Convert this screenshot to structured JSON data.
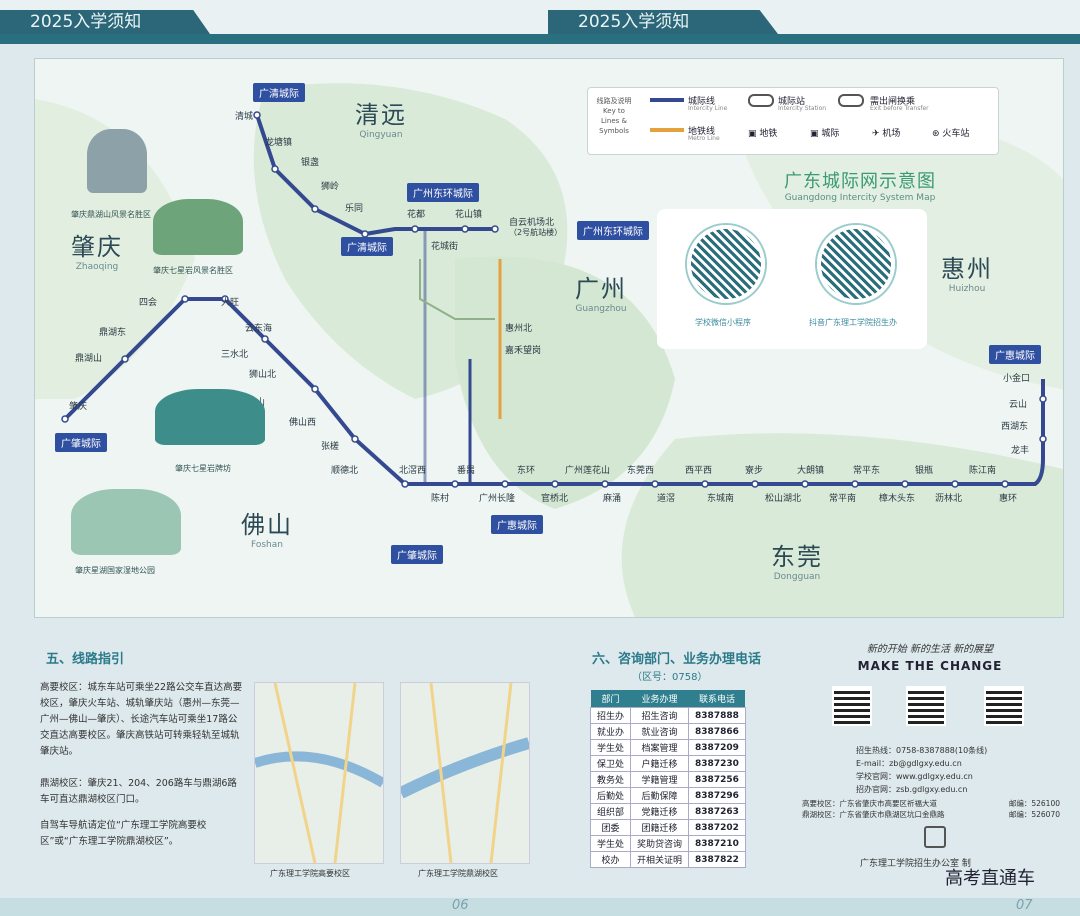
{
  "header": {
    "left_tab": "2025入学须知",
    "right_tab": "2025入学须知"
  },
  "map": {
    "title": "广东城际网示意图",
    "subtitle": "Guangdong Intercity System Map",
    "legend": {
      "key_cn": "线路及说明",
      "key_en": "Key to Lines & Symbols",
      "intercity_line": "城际线",
      "intercity_line_en": "Intercity Line",
      "intercity_station": "城际站",
      "intercity_station_en": "Intercity Station",
      "transfer": "需出闸换乘",
      "transfer_en": "Exit before Transfer",
      "metro_line": "地铁线",
      "metro_line_en": "Metro Line",
      "metro": "地铁",
      "intercity": "城际",
      "airport": "机场",
      "railway": "火车站",
      "colors": {
        "intercity": "#34498f",
        "metro": "#e4a23c"
      }
    },
    "regions": [
      {
        "cn": "清远",
        "py": "Qingyuan"
      },
      {
        "cn": "肇庆",
        "py": "Zhaoqing"
      },
      {
        "cn": "广州",
        "py": "Guangzhou"
      },
      {
        "cn": "惠州",
        "py": "Huizhou"
      },
      {
        "cn": "佛山",
        "py": "Foshan"
      },
      {
        "cn": "东莞",
        "py": "Dongguan"
      }
    ],
    "badges": [
      "广清城际",
      "广州东环城际",
      "广清城际",
      "广州东环城际",
      "广肇城际",
      "广惠城际",
      "广肇城际",
      "广惠城际"
    ],
    "stations": [
      "清城",
      "龙塘镇",
      "银盏",
      "狮岭",
      "乐同",
      "花都",
      "花山镇",
      "自云机场北",
      "花城街",
      "四会",
      "大旺",
      "鼎湖东",
      "云东海",
      "鼎湖山",
      "三水北",
      "肇庆",
      "狮山北",
      "狮山",
      "佛山西",
      "张槎",
      "顺德北",
      "北滘西",
      "陈村",
      "番禺",
      "广州长隆",
      "东环",
      "官桥北",
      "广州莲花山",
      "麻涌",
      "东莞西",
      "道滘",
      "西平西",
      "东城南",
      "寮步",
      "松山湖北",
      "大朗镇",
      "常平南",
      "常平东",
      "樟木头东",
      "银瓶",
      "沥林北",
      "陈江南",
      "惠环",
      "小金口",
      "云山",
      "西湖东",
      "龙丰",
      "嘉禾望岗",
      "惠州北"
    ],
    "airport_note": "（2号航站楼）",
    "qr": [
      {
        "label": "学校微信小程序"
      },
      {
        "label": "抖音广东理工学院招生办"
      }
    ],
    "landmarks": [
      "肇庆鼎湖山风景名胜区",
      "肇庆七星岩风景名胜区",
      "肇庆七星岩牌坊",
      "肇庆星湖国家湿地公园"
    ]
  },
  "route": {
    "title": "五、线路指引",
    "p1": "高要校区：城东车站可乘坐22路公交车直达高要校区，肇庆火车站、城轨肇庆站（惠州—东莞—广州—佛山—肇庆）、长途汽车站可乘坐17路公交直达高要校区。肇庆高铁站可转乘轻轨至城轨肇庆站。",
    "p2": "鼎湖校区：肇庆21、204、206路车与鼎湖6路车可直达鼎湖校区门口。",
    "p3": "自驾车导航请定位“广东理工学院高要校区”或“广东理工学院鼎湖校区”。",
    "thumb1": "广东理工学院高要校区",
    "thumb2": "广东理工学院鼎湖校区"
  },
  "contact": {
    "title": "六、咨询部门、业务办理电话",
    "zone": "（区号：0758）",
    "headers": [
      "部门",
      "业务办理",
      "联系电话"
    ],
    "rows": [
      [
        "招生办",
        "招生咨询",
        "8387888"
      ],
      [
        "就业办",
        "就业咨询",
        "8387866"
      ],
      [
        "学生处",
        "档案管理",
        "8387209"
      ],
      [
        "保卫处",
        "户籍迁移",
        "8387230"
      ],
      [
        "教务处",
        "学籍管理",
        "8387256"
      ],
      [
        "后勤处",
        "后勤保障",
        "8387296"
      ],
      [
        "组织部",
        "党籍迁移",
        "8387263"
      ],
      [
        "团委",
        "团籍迁移",
        "8387202"
      ],
      [
        "学生处",
        "奖助贷咨询",
        "8387210"
      ],
      [
        "校办",
        "开相关证明",
        "8387822"
      ]
    ]
  },
  "right": {
    "slogan": "新的开始 新的生活 新的展望",
    "make": "MAKE THE CHANGE",
    "hotline": "招生热线：0758-8387888(10条线)",
    "email": "E-mail：zb@gdlgxy.edu.cn",
    "site": "学校官网：www.gdlgxy.edu.cn",
    "zsite": "招办官网：zsb.gdlgxy.edu.cn",
    "addr1": "高要校区：广东省肇庆市高要区祈福大道",
    "post1": "邮编：526100",
    "addr2": "鼎湖校区：广东省肇庆市鼎湖区坑口金鼎路",
    "post2": "邮编：526070",
    "org": "广东理工学院招生办公室 制"
  },
  "footer": {
    "page_left": "06",
    "page_right": "07",
    "watermark": "高考直通车"
  }
}
